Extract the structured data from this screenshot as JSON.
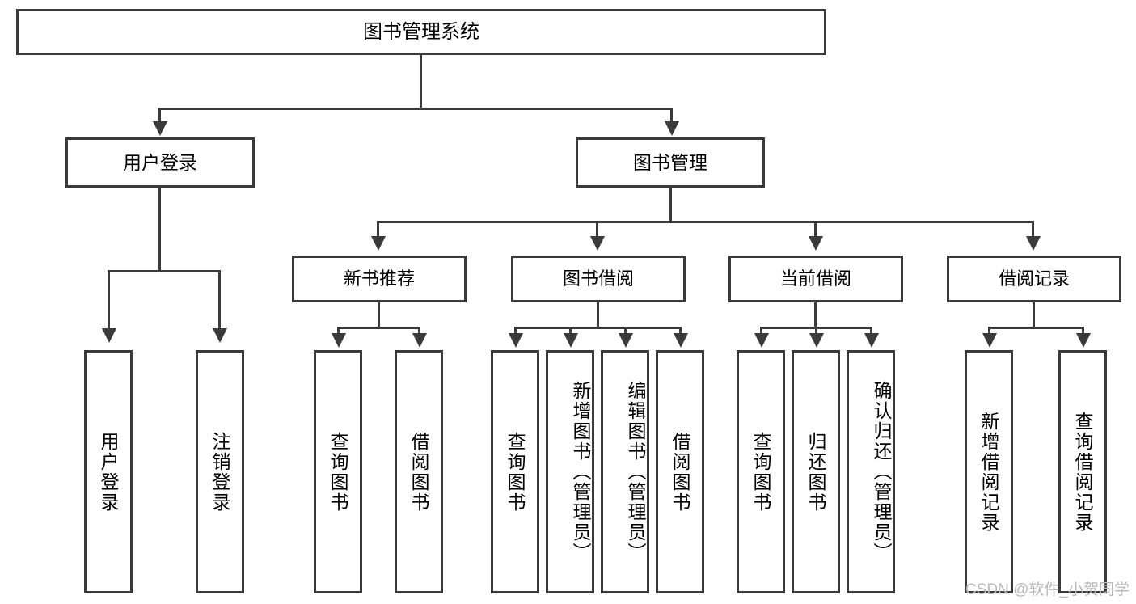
{
  "diagram": {
    "title": "图书管理系统",
    "watermark": "CSDN @软件_小贺同学",
    "colors": {
      "stroke": "#3a3a3a",
      "background": "#ffffff",
      "text": "#000000",
      "watermark": "#b9b9b9"
    },
    "levels": {
      "root": {
        "label": "图书管理系统"
      },
      "level2": [
        {
          "label": "用户登录"
        },
        {
          "label": "图书管理"
        }
      ],
      "level3": [
        {
          "label": "新书推荐"
        },
        {
          "label": "图书借阅"
        },
        {
          "label": "当前借阅"
        },
        {
          "label": "借阅记录"
        }
      ],
      "leaves": {
        "user_login": [
          {
            "label": "用户登录"
          },
          {
            "label": "注销登录"
          }
        ],
        "new_book_recommend": [
          {
            "label": "查询图书"
          },
          {
            "label": "借阅图书"
          }
        ],
        "book_borrow": [
          {
            "label": "查询图书"
          },
          {
            "label": "新增图书（管理员）"
          },
          {
            "label": "编辑图书（管理员）"
          },
          {
            "label": "借阅图书"
          }
        ],
        "current_borrow": [
          {
            "label": "查询图书"
          },
          {
            "label": "归还图书"
          },
          {
            "label": "确认归还（管理员）"
          }
        ],
        "borrow_record": [
          {
            "label": "新增借阅记录"
          },
          {
            "label": "查询借阅记录"
          }
        ]
      }
    }
  }
}
